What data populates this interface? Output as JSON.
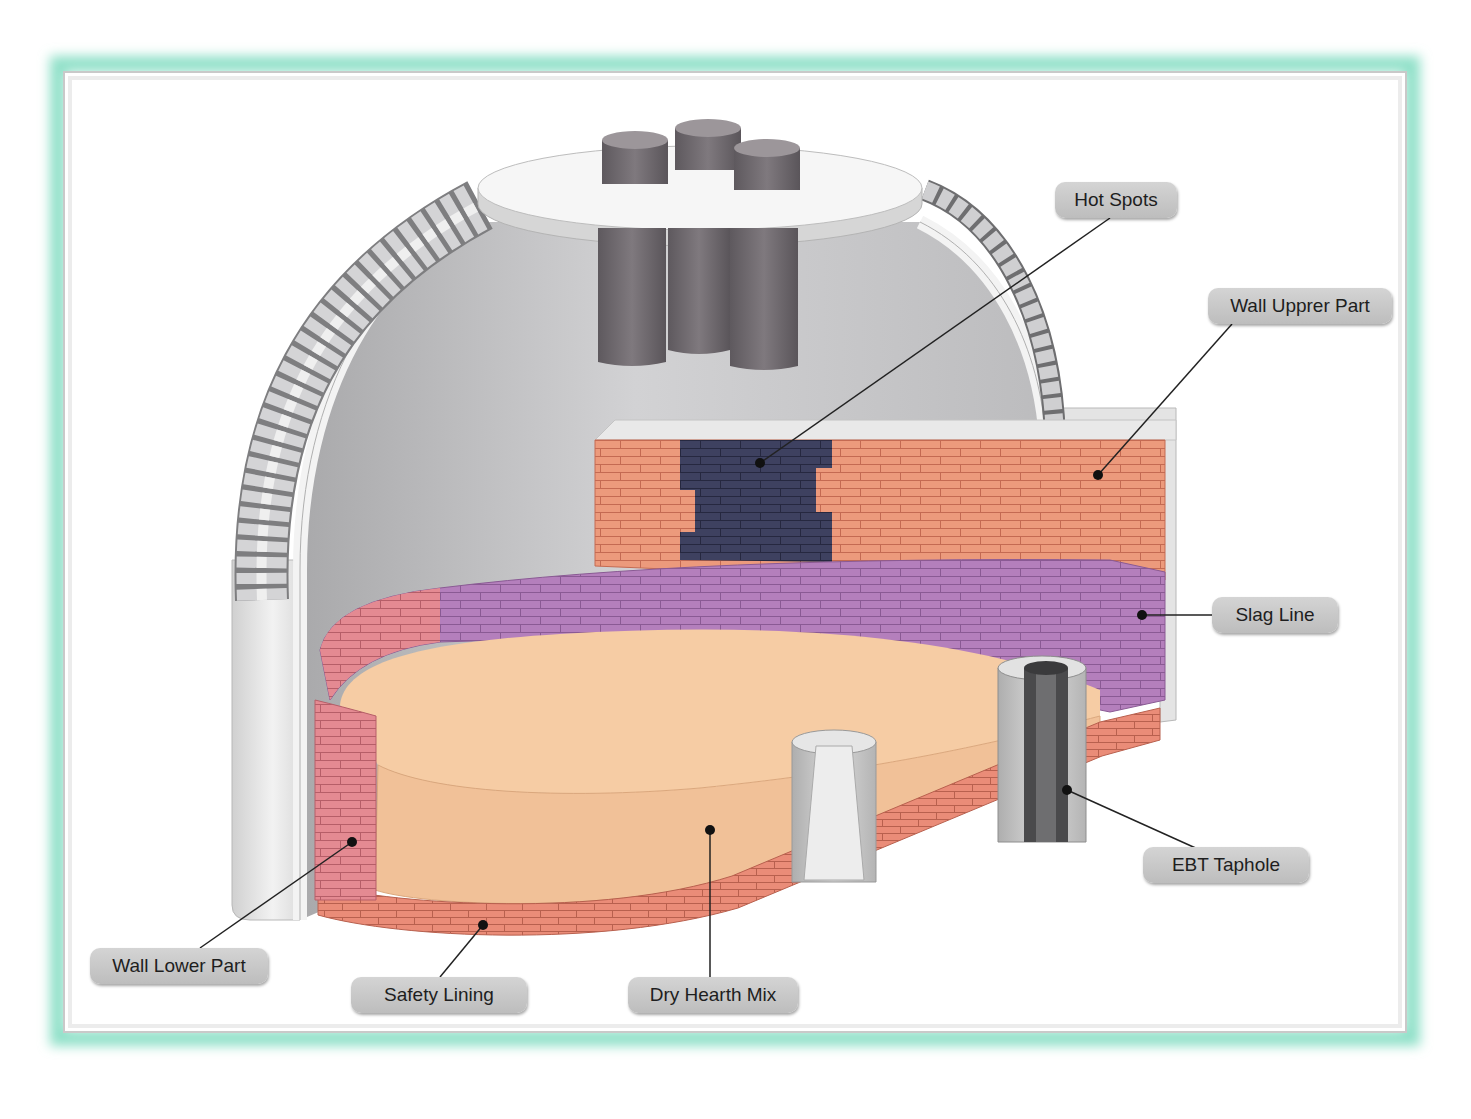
{
  "diagram": {
    "labels": [
      "Hot Spots",
      "Wall Upprer Part",
      "Slag Line",
      "EBT Taphole",
      "Wall Lower Part",
      "Safety Lining",
      "Dry Hearth Mix"
    ]
  }
}
